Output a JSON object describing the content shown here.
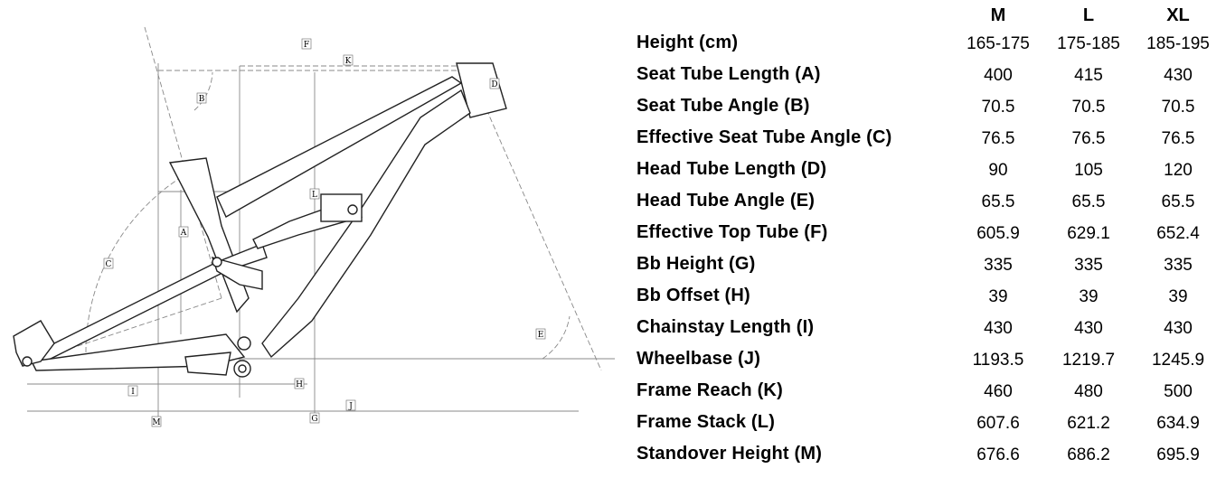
{
  "diagram": {
    "dimension_letters": [
      "A",
      "B",
      "C",
      "D",
      "E",
      "F",
      "G",
      "H",
      "I",
      "J",
      "K",
      "L",
      "M"
    ]
  },
  "table": {
    "sizes": [
      "M",
      "L",
      "XL"
    ],
    "rows": [
      {
        "label": "Height (cm)",
        "values": [
          "165-175",
          "175-185",
          "185-195"
        ]
      },
      {
        "label": "Seat Tube Length (A)",
        "values": [
          "400",
          "415",
          "430"
        ]
      },
      {
        "label": "Seat Tube Angle (B)",
        "values": [
          "70.5",
          "70.5",
          "70.5"
        ]
      },
      {
        "label": "Effective Seat Tube Angle (C)",
        "values": [
          "76.5",
          "76.5",
          "76.5"
        ]
      },
      {
        "label": "Head Tube Length (D)",
        "values": [
          "90",
          "105",
          "120"
        ]
      },
      {
        "label": "Head Tube Angle (E)",
        "values": [
          "65.5",
          "65.5",
          "65.5"
        ]
      },
      {
        "label": "Effective Top Tube (F)",
        "values": [
          "605.9",
          "629.1",
          "652.4"
        ]
      },
      {
        "label": "Bb Height (G)",
        "values": [
          "335",
          "335",
          "335"
        ]
      },
      {
        "label": "Bb Offset (H)",
        "values": [
          "39",
          "39",
          "39"
        ]
      },
      {
        "label": "Chainstay Length (I)",
        "values": [
          "430",
          "430",
          "430"
        ]
      },
      {
        "label": "Wheelbase (J)",
        "values": [
          "1193.5",
          "1219.7",
          "1245.9"
        ]
      },
      {
        "label": "Frame Reach (K)",
        "values": [
          "460",
          "480",
          "500"
        ]
      },
      {
        "label": "Frame Stack (L)",
        "values": [
          "607.6",
          "621.2",
          "634.9"
        ]
      },
      {
        "label": "Standover Height (M)",
        "values": [
          "676.6",
          "686.2",
          "695.9"
        ]
      }
    ]
  }
}
